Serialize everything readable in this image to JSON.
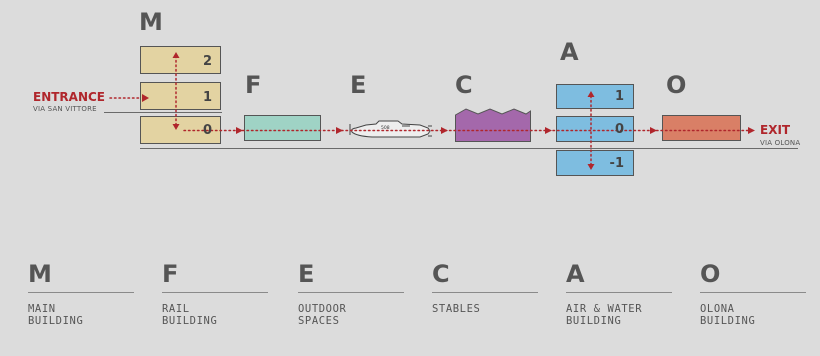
{
  "buildings_top": [
    {
      "letter": "M"
    },
    {
      "letter": "F"
    },
    {
      "letter": "E"
    },
    {
      "letter": "C"
    },
    {
      "letter": "A"
    },
    {
      "letter": "O"
    }
  ],
  "levels": {
    "m_2": "2",
    "m_1": "1",
    "m_0": "0",
    "a_1": "1",
    "a_0": "0",
    "a_m1": "-1"
  },
  "submarine_number": "508",
  "entrance": {
    "label": "ENTRANCE",
    "street": "VIA SAN VITTORE"
  },
  "exit": {
    "label": "EXIT",
    "street": "VIA OLONA"
  },
  "legend": [
    {
      "letter": "M",
      "label": "MAIN\nBUILDING"
    },
    {
      "letter": "F",
      "label": "RAIL\nBUILDING"
    },
    {
      "letter": "E",
      "label": "OUTDOOR\nSPACES"
    },
    {
      "letter": "C",
      "label": "STABLES"
    },
    {
      "letter": "A",
      "label": "AIR & WATER\nBUILDING"
    },
    {
      "letter": "O",
      "label": "OLONA\nBUILDING"
    }
  ],
  "colors": {
    "main": "#e3d3a2",
    "rail": "#9fd3c5",
    "stables": "#a468ab",
    "air_water": "#7ebde0",
    "olona": "#d97f66",
    "path": "#b0262c",
    "background": "#dcdcdc"
  }
}
